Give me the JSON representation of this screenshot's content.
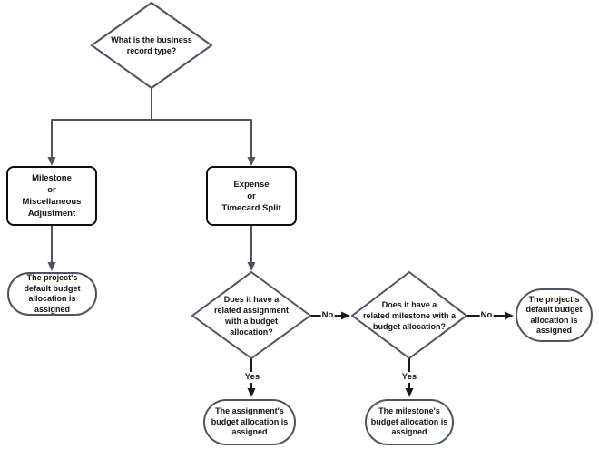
{
  "diagram": {
    "nodes": {
      "decision_record_type": {
        "type": "decision",
        "label": "What is the business\nrecord type?"
      },
      "process_milestone_misc": {
        "type": "process",
        "label": "Milestone\nor\nMiscellaneous\nAdjustment"
      },
      "process_expense_timecard": {
        "type": "process",
        "label": "Expense\nor\nTimecard Split"
      },
      "terminator_project_default_left": {
        "type": "terminator",
        "label": "The project's\ndefault budget\nallocation is\nassigned"
      },
      "decision_related_assignment": {
        "type": "decision",
        "label": "Does it have a\nrelated assignment\nwith a budget\nallocation?"
      },
      "decision_related_milestone": {
        "type": "decision",
        "label": "Does it have a\nrelated milestone with a\nbudget allocation?"
      },
      "terminator_project_default_right": {
        "type": "terminator",
        "label": "The project's\ndefault budget\nallocation is\nassigned"
      },
      "terminator_assignment": {
        "type": "terminator",
        "label": "The assignment's\nbudget allocation is\nassigned"
      },
      "terminator_milestone": {
        "type": "terminator",
        "label": "The milestone's\nbudget allocation is\nassigned"
      }
    },
    "edge_labels": {
      "assignment_no": "No",
      "assignment_yes": "Yes",
      "milestone_no": "No",
      "milestone_yes": "Yes"
    },
    "colors": {
      "shape_stroke": "#4a5464",
      "process_stroke": "#0d0d0d",
      "connector": "#4a5464",
      "connector_dark": "#16191f",
      "text": "#131313",
      "background": "#ffffff"
    }
  }
}
